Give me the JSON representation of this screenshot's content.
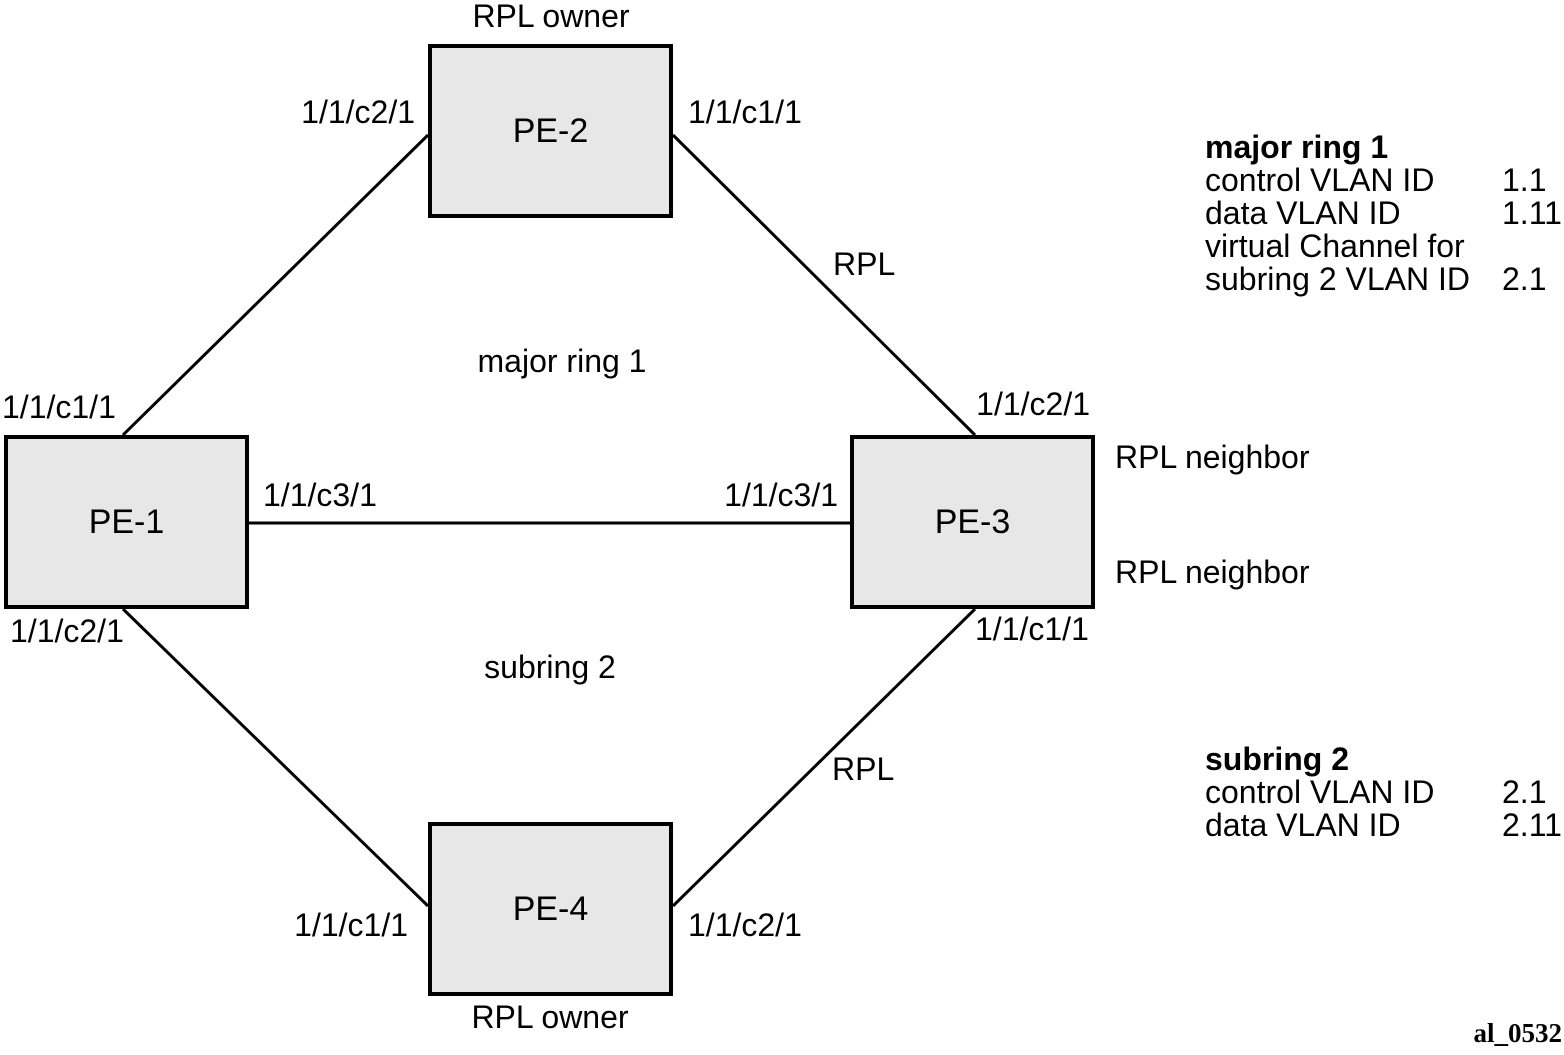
{
  "figure_id": "al_0532",
  "colors": {
    "node_fill": "#e7e7e7",
    "stroke": "#000000",
    "background": "#ffffff",
    "text": "#000000"
  },
  "nodes": [
    {
      "label": "PE-1"
    },
    {
      "label": "PE-2"
    },
    {
      "label": "PE-3"
    },
    {
      "label": "PE-4"
    }
  ],
  "ports": {
    "pe1_top": "1/1/c1/1",
    "pe1_right": "1/1/c3/1",
    "pe1_bottom": "1/1/c2/1",
    "pe2_left": "1/1/c2/1",
    "pe2_right": "1/1/c1/1",
    "pe3_top": "1/1/c2/1",
    "pe3_left": "1/1/c3/1",
    "pe3_bottom": "1/1/c1/1",
    "pe4_left": "1/1/c1/1",
    "pe4_right": "1/1/c2/1"
  },
  "annotations": {
    "rpl_owner_top": "RPL owner",
    "rpl_owner_bottom": "RPL owner",
    "rpl_neighbor_top": "RPL neighbor",
    "rpl_neighbor_bottom": "RPL neighbor",
    "rpl_link_major": "RPL",
    "rpl_link_subring": "RPL",
    "ring_major_label": "major ring 1",
    "ring_subring_label": "subring 2"
  },
  "links": [
    {
      "from": "PE-2",
      "to": "PE-1",
      "rpl": false
    },
    {
      "from": "PE-2",
      "to": "PE-3",
      "rpl": true
    },
    {
      "from": "PE-1",
      "to": "PE-3",
      "rpl": false
    },
    {
      "from": "PE-1",
      "to": "PE-4",
      "rpl": false
    },
    {
      "from": "PE-4",
      "to": "PE-3",
      "rpl": true
    }
  ],
  "info_blocks": [
    {
      "title": "major ring 1",
      "rows": [
        {
          "label": "control VLAN ID",
          "value": "1.1"
        },
        {
          "label": "data VLAN ID",
          "value": "1.11"
        },
        {
          "label": "virtual Channel for",
          "value": ""
        },
        {
          "label": "subring 2 VLAN ID",
          "value": "2.1"
        }
      ]
    },
    {
      "title": "subring 2",
      "rows": [
        {
          "label": "control VLAN ID",
          "value": "2.1"
        },
        {
          "label": "data VLAN ID",
          "value": "2.11"
        }
      ]
    }
  ]
}
